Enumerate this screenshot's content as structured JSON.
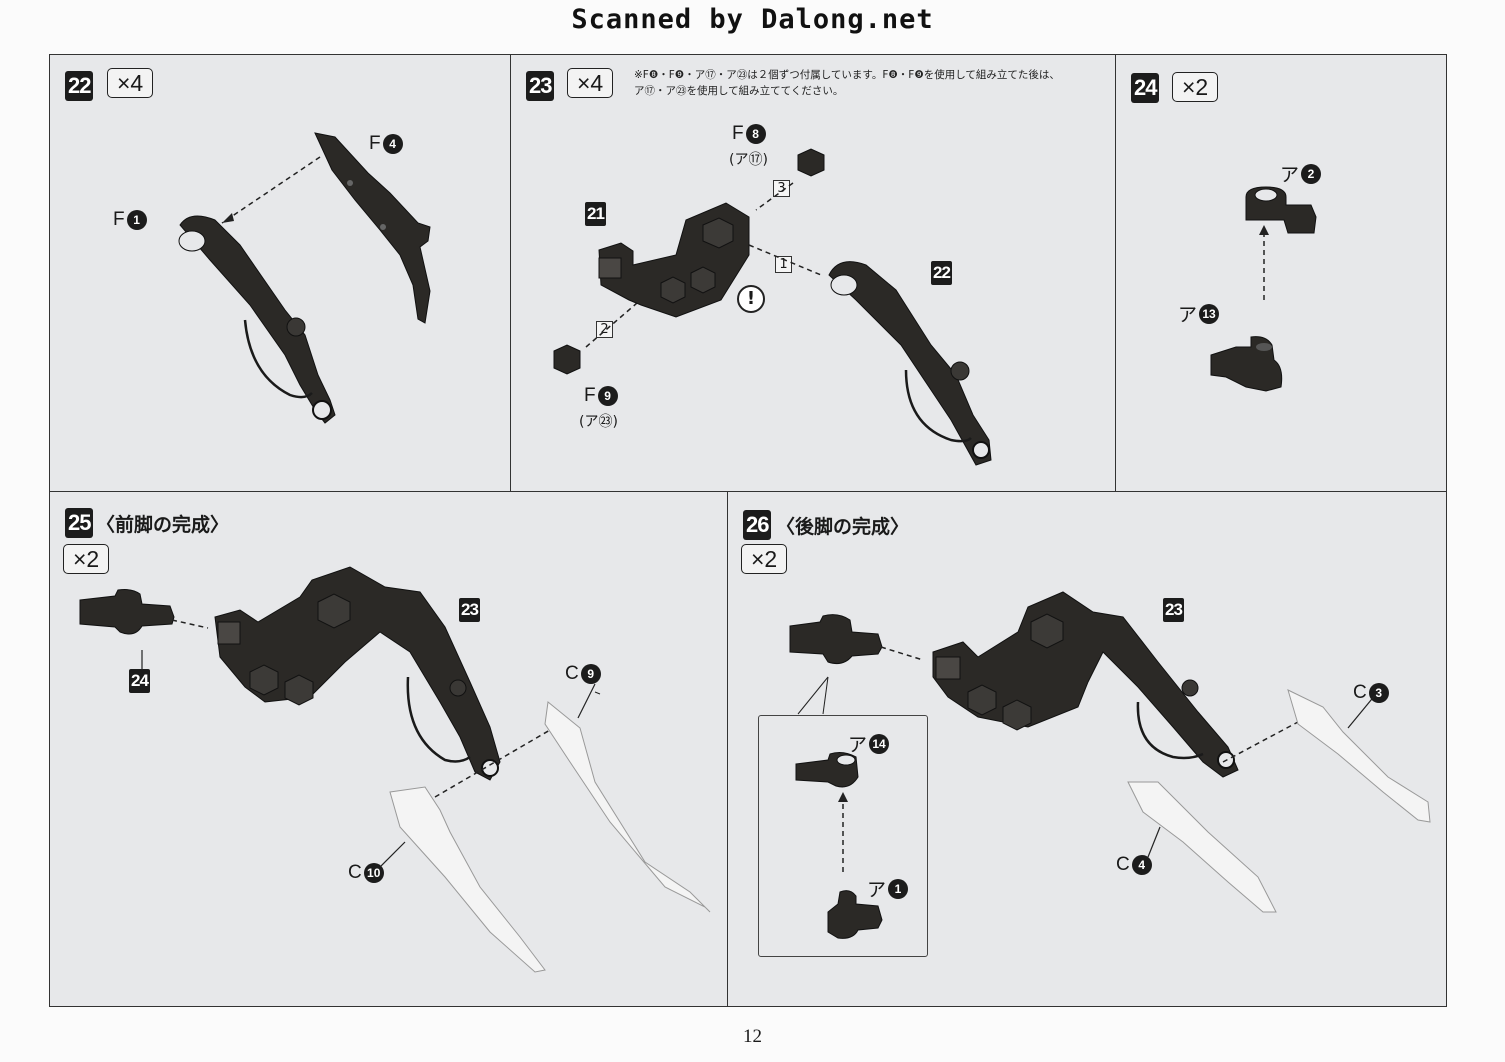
{
  "watermark": "Scanned by Dalong.net",
  "page_number": "12",
  "steps": {
    "s22": {
      "num": "22",
      "qty": "×4",
      "labels": {
        "f4": {
          "letter": "F",
          "num": "4"
        },
        "f1": {
          "letter": "F",
          "num": "1"
        }
      }
    },
    "s23": {
      "num": "23",
      "qty": "×4",
      "note_line1": "※F❽・F❾・ア⑰・ア㉓は２個ずつ付属しています。F❽・F❾を使用して組み立てた後は、",
      "note_line2": "ア⑰・ア㉓を使用して組み立ててください。",
      "labels": {
        "f8": {
          "letter": "F",
          "num": "8",
          "sub": "(ア⑰)"
        },
        "f9": {
          "letter": "F",
          "num": "9",
          "sub": "(ア㉓)"
        }
      },
      "refs": {
        "r21": "21",
        "r22": "22"
      },
      "order": [
        "1",
        "2",
        "3"
      ],
      "warning": "!"
    },
    "s24": {
      "num": "24",
      "qty": "×2",
      "labels": {
        "a2": {
          "letter": "ア",
          "num": "2"
        },
        "a13": {
          "letter": "ア",
          "num": "13"
        }
      }
    },
    "s25": {
      "num": "25",
      "title": "〈前脚の完成〉",
      "qty": "×2",
      "refs": {
        "r24": "24",
        "r23": "23"
      },
      "labels": {
        "c9": {
          "letter": "C",
          "num": "9"
        },
        "c10": {
          "letter": "C",
          "num": "10"
        }
      }
    },
    "s26": {
      "num": "26",
      "title": "〈後脚の完成〉",
      "qty": "×2",
      "refs": {
        "r23": "23"
      },
      "labels": {
        "a14": {
          "letter": "ア",
          "num": "14"
        },
        "a1": {
          "letter": "ア",
          "num": "1"
        },
        "c3": {
          "letter": "C",
          "num": "3"
        },
        "c4": {
          "letter": "C",
          "num": "4"
        }
      }
    }
  },
  "colors": {
    "panel_bg": "#e7e8ea",
    "part_dark": "#2b2926",
    "part_light": "#f4f4f4",
    "badge": "#1c1c1c"
  }
}
